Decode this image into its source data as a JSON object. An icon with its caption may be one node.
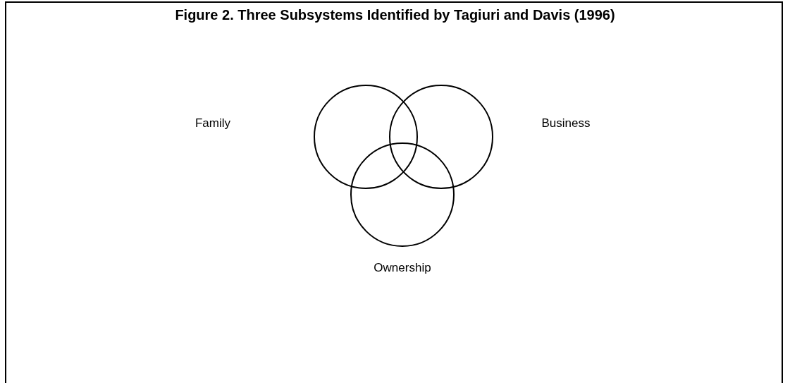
{
  "diagram": {
    "title": "Figure 2. Three Subsystems Identified by Tagiuri and Davis (1996)",
    "nodes": [
      {
        "text": [],
        "shape": "circle"
      },
      {
        "text": [],
        "shape": "circle"
      },
      {
        "text": [],
        "shape": "circle"
      }
    ],
    "edges": [],
    "labels": [
      "Family",
      "Business",
      "Ownership"
    ]
  }
}
